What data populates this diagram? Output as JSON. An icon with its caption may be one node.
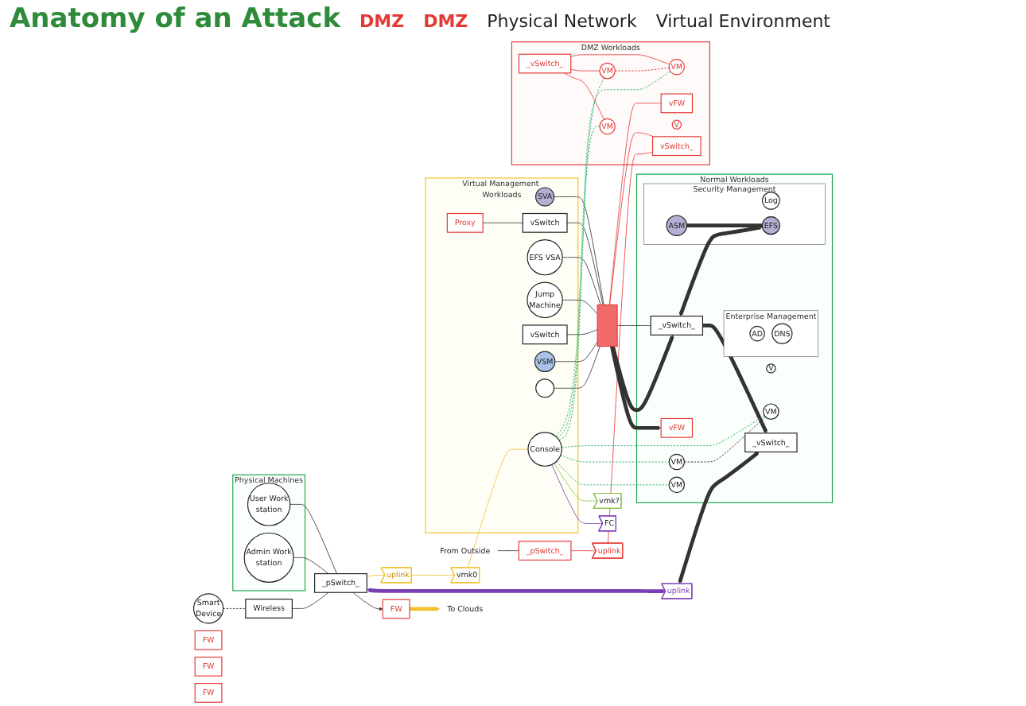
{
  "diagram": {
    "title": "Anatomy of an Attack",
    "nodes": [
      {
        "text": [
          "From Outside"
        ]
      },
      {
        "text": [
          "To Clouds"
        ]
      },
      {
        "text": [
          "Smart Device"
        ]
      },
      {
        "text": [
          "Wireless"
        ]
      },
      {
        "text": [
          "FW"
        ]
      },
      {
        "text": [
          "FW"
        ]
      },
      {
        "text": [
          "FW"
        ]
      },
      {
        "text": [
          "FW"
        ]
      },
      {
        "text": [
          "_pSwitch_"
        ]
      },
      {
        "text": [
          "_pSwitch_"
        ]
      },
      {
        "text": [
          "Physical Machines"
        ]
      },
      {
        "text": [
          "User Work station"
        ],
        "in": 10
      },
      {
        "text": [
          "Admin Work station"
        ],
        "in": 10
      },
      {
        "text": [
          "uplink"
        ]
      },
      {
        "text": [
          "uplink"
        ]
      },
      {
        "text": [
          "uplink"
        ]
      },
      {
        "text": [
          "Virtual Management Workloads"
        ]
      },
      {
        "text": [
          "vmk0"
        ]
      },
      {
        "text": [
          "SVA"
        ],
        "in": 16
      },
      {
        "text": [
          "Proxy"
        ],
        "in": 16
      },
      {
        "text": [
          "vSwitch"
        ],
        "in": 16
      },
      {
        "text": [
          "EFS VSA"
        ],
        "in": 16
      },
      {
        "text": [
          "Jump Machine"
        ],
        "in": 16
      },
      {
        "text": [
          "vSwitch"
        ],
        "in": 16
      },
      {
        "text": [
          "VSM"
        ],
        "in": 16
      },
      {
        "text": [],
        "shape": "circle",
        "in": 16
      },
      {
        "text": [
          "Console"
        ],
        "in": 16
      },
      {
        "text": [
          "FC"
        ]
      },
      {
        "text": [
          "vmk?"
        ]
      },
      {
        "text": [
          "Normal Workloads"
        ]
      },
      {
        "text": [
          "vFW"
        ],
        "in": 29
      },
      {
        "text": [
          "_vSwitch_"
        ],
        "in": 29
      },
      {
        "text": [
          "_vSwitch_"
        ],
        "in": 29
      },
      {
        "text": [
          "VM"
        ],
        "in": 29
      },
      {
        "text": [
          "V"
        ],
        "in": 29
      },
      {
        "text": [
          "VM"
        ],
        "in": 29
      },
      {
        "text": [
          "VM"
        ],
        "in": 29
      },
      {
        "text": [
          "Enterprise Management"
        ],
        "in": 29
      },
      {
        "text": [
          "AD"
        ],
        "in": 37
      },
      {
        "text": [
          "DNS"
        ],
        "in": 37
      },
      {
        "text": [
          "Security Management"
        ],
        "in": 29
      },
      {
        "text": [
          "Log"
        ],
        "in": 40
      },
      {
        "text": [
          "ASM"
        ],
        "in": 40
      },
      {
        "text": [
          "EFS"
        ],
        "in": 40
      },
      {
        "text": [
          "DMZ Workloads"
        ]
      },
      {
        "text": [
          "vSwitch_"
        ],
        "in": 44
      },
      {
        "text": [
          "_vSwitch_"
        ],
        "in": 44
      },
      {
        "text": [
          "vFW"
        ],
        "in": 44
      },
      {
        "text": [
          "VM"
        ],
        "in": 44
      },
      {
        "text": [
          "V"
        ],
        "in": 44
      },
      {
        "text": [
          "VM"
        ],
        "in": 44
      },
      {
        "text": [
          "VM"
        ],
        "in": 44
      },
      {
        "text": [],
        "shape": "bar"
      }
    ],
    "edges": [
      {
        "from": 0,
        "to": 8,
        "arrow": "none"
      },
      {
        "from": 5,
        "to": 1,
        "arrow": "to",
        "style": "thick",
        "color": "#f2c12e"
      },
      {
        "from": 2,
        "to": 3,
        "arrow": "none",
        "style": "dashed"
      },
      {
        "from": 3,
        "to": 9,
        "arrow": "none"
      },
      {
        "from": 9,
        "to": 5,
        "arrow": "to"
      },
      {
        "from": 11,
        "to": 9,
        "arrow": "none"
      },
      {
        "from": 12,
        "to": 9,
        "arrow": "none"
      },
      {
        "from": 9,
        "to": 14,
        "arrow": "both",
        "style": "thick",
        "color": "#7b3fb5"
      },
      {
        "from": 9,
        "to": 13,
        "arrow": "none",
        "color": "#f2c12e"
      },
      {
        "from": 13,
        "to": 17,
        "arrow": "none",
        "color": "#f2c12e"
      },
      {
        "from": 17,
        "to": 26,
        "arrow": "none",
        "color": "#f2c12e"
      },
      {
        "from": 8,
        "to": 15,
        "arrow": "none",
        "color": "#e53935"
      },
      {
        "from": 15,
        "to": 45,
        "arrow": "none",
        "color": "#e53935"
      },
      {
        "from": 19,
        "to": 20,
        "arrow": "none"
      },
      {
        "from": 20,
        "to": 52,
        "arrow": "none"
      },
      {
        "from": 18,
        "to": 52,
        "arrow": "none"
      },
      {
        "from": 22,
        "to": 52,
        "arrow": "none"
      },
      {
        "from": 23,
        "to": 52,
        "arrow": "none"
      },
      {
        "from": 24,
        "to": 52,
        "arrow": "none"
      },
      {
        "from": 25,
        "to": 52,
        "arrow": "none"
      },
      {
        "from": 21,
        "to": 52,
        "arrow": "none"
      },
      {
        "from": 26,
        "to": 27,
        "arrow": "none",
        "color": "#7b3fb5"
      },
      {
        "from": 26,
        "to": 28,
        "arrow": "none",
        "color": "#8bc34a"
      },
      {
        "from": 52,
        "to": 30,
        "arrow": "to",
        "style": "thick"
      },
      {
        "from": 52,
        "to": 32,
        "arrow": "to",
        "style": "thick"
      },
      {
        "from": 32,
        "to": 31,
        "arrow": "to",
        "style": "thick"
      },
      {
        "from": 14,
        "to": 31,
        "arrow": "both",
        "style": "thick"
      },
      {
        "from": 32,
        "to": 43,
        "arrow": "both",
        "style": "thick"
      },
      {
        "from": 42,
        "to": 43,
        "arrow": "none",
        "style": "thick"
      },
      {
        "from": 52,
        "to": 32,
        "arrow": "none"
      },
      {
        "from": 26,
        "to": 33,
        "arrow": "none",
        "style": "dashed",
        "color": "#2fb36b"
      },
      {
        "from": 26,
        "to": 35,
        "arrow": "none",
        "style": "dashed",
        "color": "#2fb36b"
      },
      {
        "from": 26,
        "to": 36,
        "arrow": "none",
        "style": "dashed",
        "color": "#2fb36b"
      },
      {
        "from": 35,
        "to": 36,
        "arrow": "none",
        "style": "dashed"
      },
      {
        "from": 26,
        "to": 48,
        "arrow": "none",
        "style": "dashed",
        "color": "#2fb36b"
      },
      {
        "from": 26,
        "to": 50,
        "arrow": "none",
        "style": "dashed",
        "color": "#2fb36b"
      },
      {
        "from": 26,
        "to": 51,
        "arrow": "none",
        "style": "dashed",
        "color": "#2fb36b"
      },
      {
        "from": 46,
        "to": 48,
        "arrow": "none",
        "color": "#e53935"
      },
      {
        "from": 46,
        "to": 50,
        "arrow": "none",
        "color": "#e53935"
      },
      {
        "from": 46,
        "to": 51,
        "arrow": "none",
        "color": "#e53935"
      },
      {
        "from": 52,
        "to": 45,
        "arrow": "none",
        "color": "#e53935"
      },
      {
        "from": 52,
        "to": 47,
        "arrow": "none",
        "color": "#e53935"
      },
      {
        "from": 50,
        "to": 51,
        "arrow": "none",
        "style": "dashed",
        "color": "#e53935"
      }
    ],
    "labels": [
      "DMZ",
      "DMZ",
      "Physical Network",
      "Virtual Environment"
    ]
  }
}
